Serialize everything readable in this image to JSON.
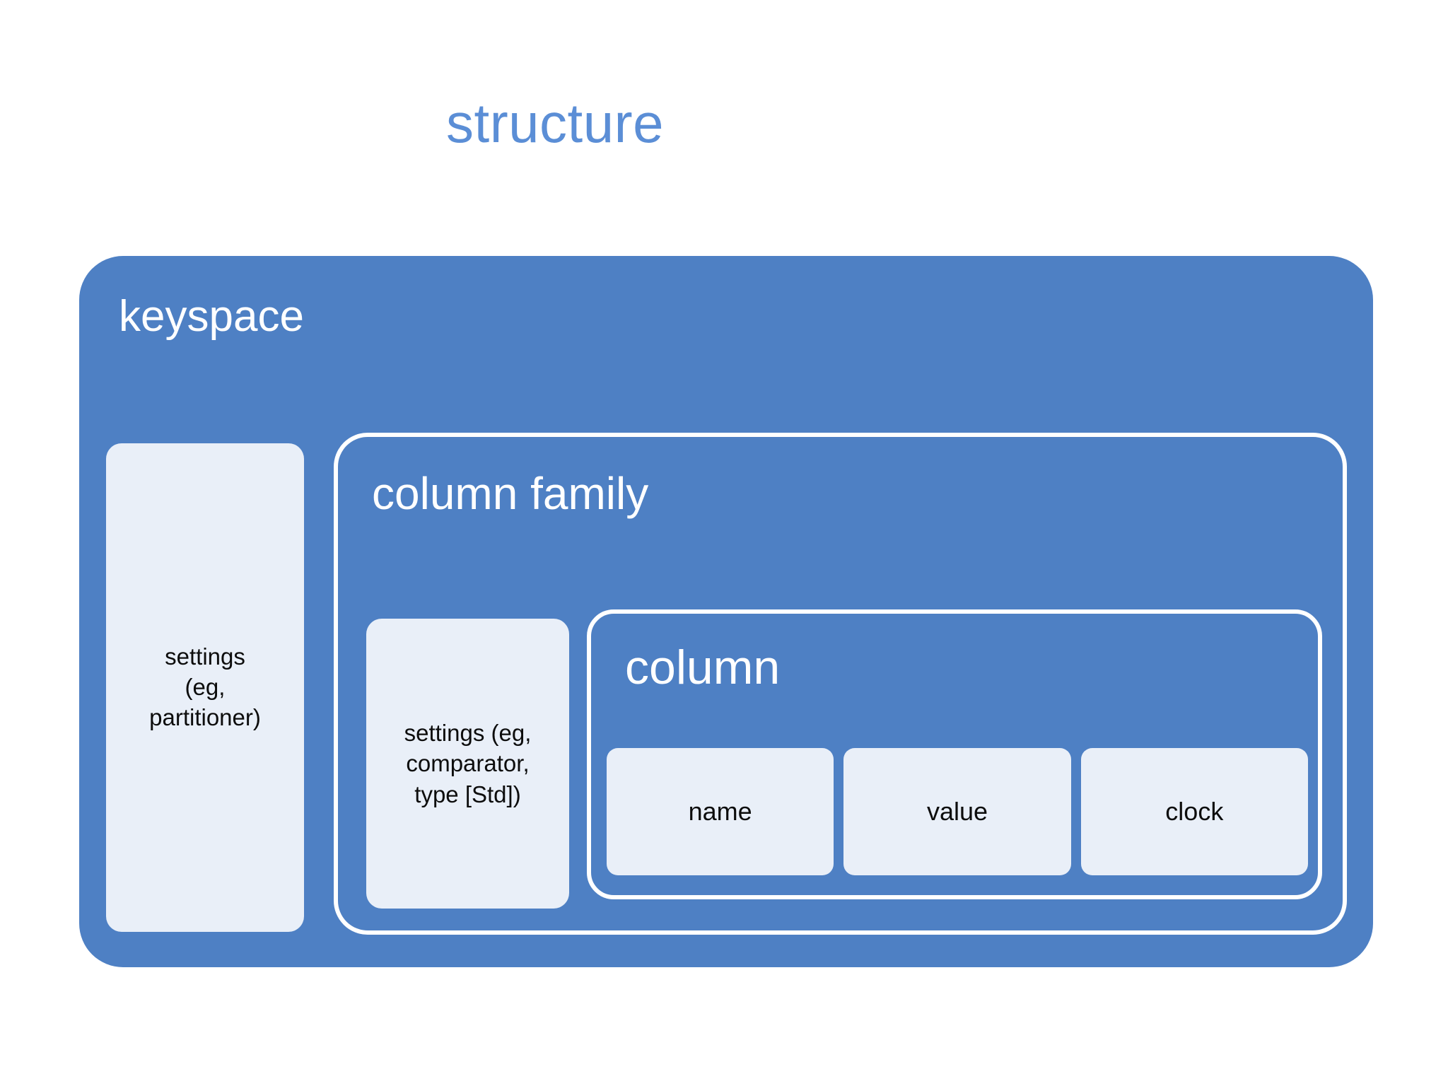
{
  "slide": {
    "title": "structure",
    "background_color": "#ffffff",
    "title_color": "#5b8ed6"
  },
  "colors": {
    "primary_blue": "#4e80c4",
    "chip_fill": "#e9eff8",
    "outline": "#ffffff",
    "text_dark": "#0d0d0d",
    "text_light": "#ffffff"
  },
  "keyspace": {
    "label": "keyspace",
    "settings": {
      "text": "settings\n(eg,\npartitioner)"
    },
    "column_family": {
      "label": "column family",
      "settings": {
        "text": "settings (eg,\ncomparator,\ntype [Std])"
      },
      "column": {
        "label": "column",
        "fields": [
          {
            "label": "name"
          },
          {
            "label": "value"
          },
          {
            "label": "clock"
          }
        ]
      }
    }
  }
}
